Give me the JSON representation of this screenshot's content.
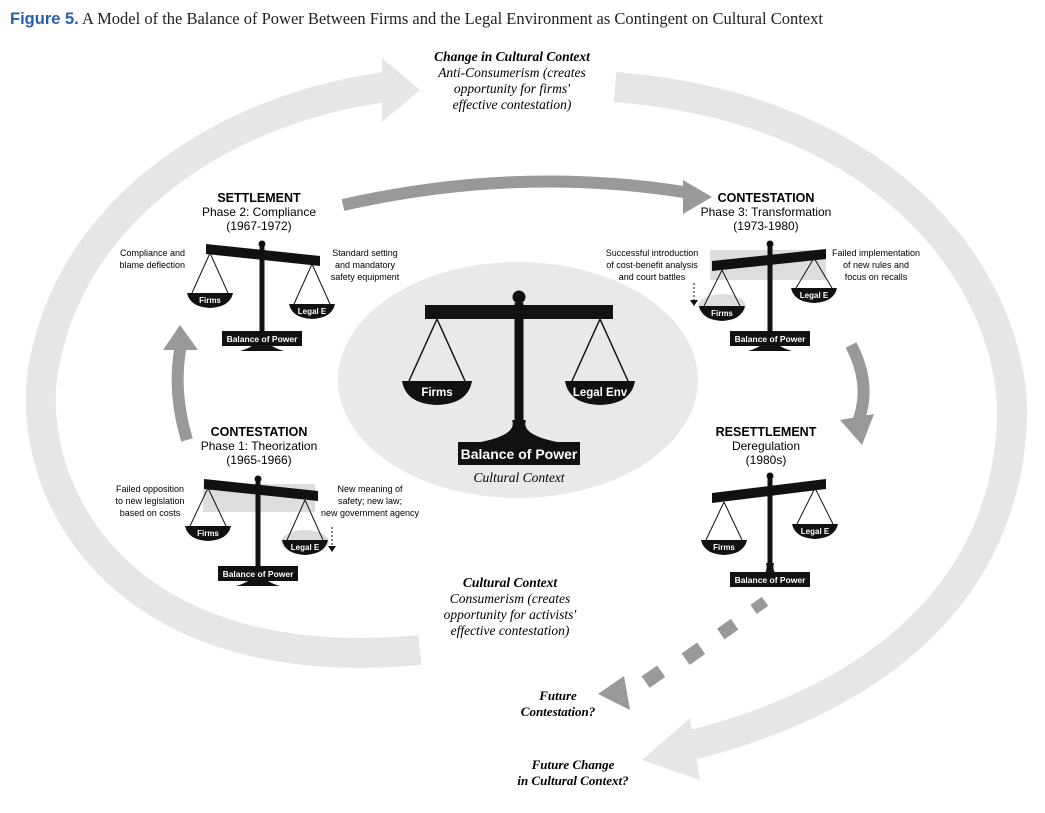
{
  "caption": {
    "label": "Figure 5.",
    "text": "A Model of the Balance of Power Between Firms and the Legal Environment as Contingent on Cultural Context"
  },
  "top_context": {
    "title": "Change in Cultural Context",
    "lines": [
      "Anti-Consumerism (creates",
      "opportunity for firms'",
      "effective contestation)"
    ]
  },
  "bottom_context": {
    "title": "Cultural Context",
    "lines": [
      "Consumerism (creates",
      "opportunity for activists'",
      "effective contestation)"
    ]
  },
  "center": {
    "left_pan": "Firms",
    "right_pan": "Legal Env",
    "base": "Balance of Power",
    "subtitle": "Cultural Context"
  },
  "settlement": {
    "title": "SETTLEMENT",
    "phase": "Phase 2: Compliance",
    "years": "(1967-1972)",
    "left_note": [
      "Compliance and",
      "blame deflection"
    ],
    "right_note": [
      "Standard setting",
      "and mandatory",
      "safety equipment"
    ],
    "left_pan": "Firms",
    "right_pan": "Legal E",
    "base": "Balance of Power"
  },
  "contestation3": {
    "title": "CONTESTATION",
    "phase": "Phase 3: Transformation",
    "years": "(1973-1980)",
    "left_note": [
      "Successful introduction",
      "of cost-benefit analysis",
      "and court battles"
    ],
    "right_note": [
      "Failed implementation",
      "of new rules and",
      "focus on recalls"
    ],
    "left_pan": "Firms",
    "right_pan": "Legal E",
    "base": "Balance of Power"
  },
  "contestation1": {
    "title": "CONTESTATION",
    "phase": "Phase 1: Theorization",
    "years": "(1965-1966)",
    "left_note": [
      "Failed opposition",
      "to new legislation",
      "based on costs"
    ],
    "right_note": [
      "New meaning of",
      "safety; new law;",
      "new government agency"
    ],
    "left_pan": "Firms",
    "right_pan": "Legal E",
    "base": "Balance of Power"
  },
  "resettlement": {
    "title": "RESETTLEMENT",
    "phase": "Deregulation",
    "years": "(1980s)",
    "left_pan": "Firms",
    "right_pan": "Legal E",
    "base": "Balance of Power"
  },
  "future_contestation": [
    "Future",
    "Contestation?"
  ],
  "future_change": [
    "Future Change",
    "in Cultural Context?"
  ],
  "colors": {
    "arrow_outer": "#e6e6e6",
    "arrow_inner": "#999999",
    "ellipse": "#e9e9e9",
    "scale": "#111111",
    "caption_label": "#2a5db0"
  }
}
